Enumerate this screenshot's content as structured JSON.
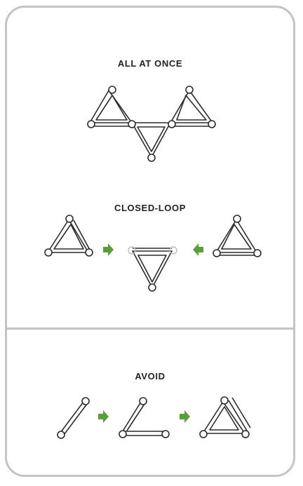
{
  "sections": [
    {
      "title": "ALL AT ONCE"
    },
    {
      "title": "CLOSED-LOOP"
    },
    {
      "title": "AVOID"
    }
  ],
  "colors": {
    "card_border": "#c4c4c4",
    "stroke": "#2c2c2c",
    "arrow": "#5a9e3a",
    "ghost_node": "#bdbdbd"
  },
  "icons": [
    "rod",
    "joint-node",
    "right-arrow-icon",
    "left-arrow-icon"
  ]
}
